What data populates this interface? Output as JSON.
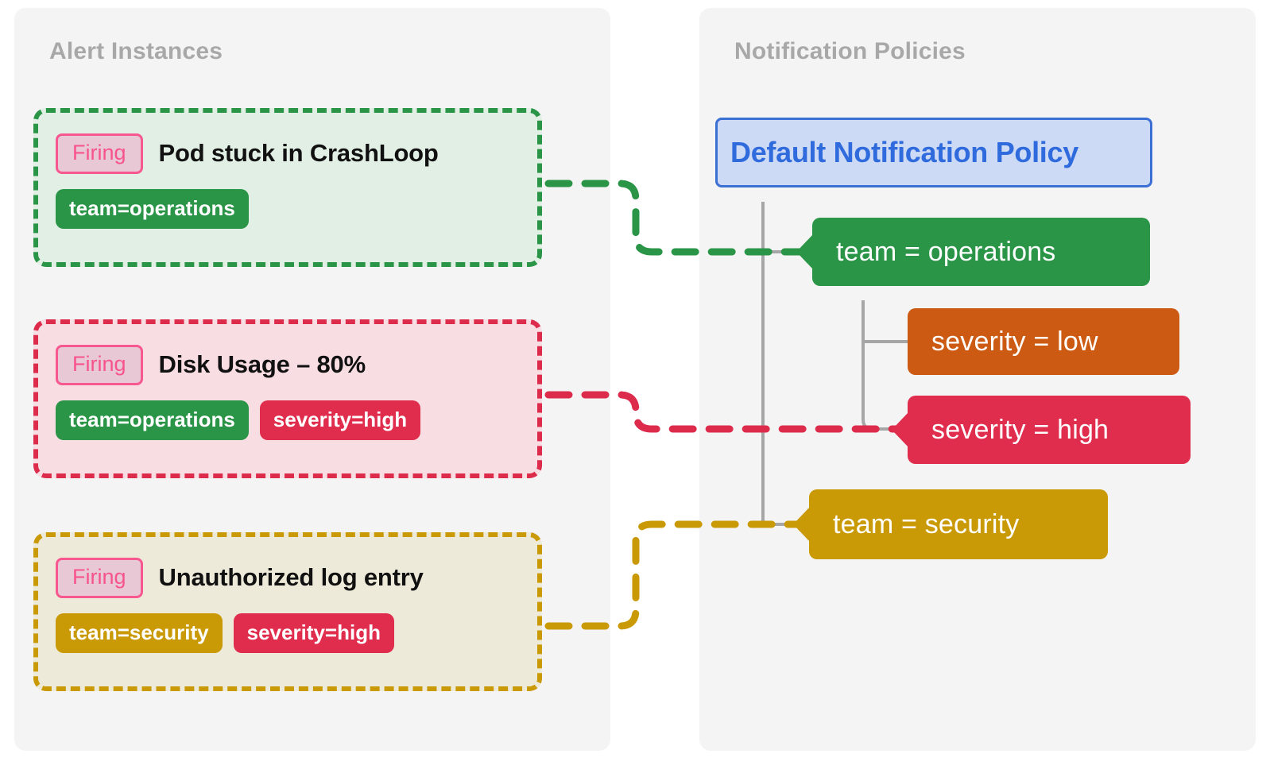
{
  "panels": {
    "alerts": {
      "title": "Alert Instances"
    },
    "policies": {
      "title": "Notification Policies"
    }
  },
  "alerts": [
    {
      "status": "Firing",
      "title": "Pod stuck in CrashLoop",
      "labels": [
        "team=operations"
      ],
      "accent": "#2a9547",
      "background": "#e2efe4"
    },
    {
      "status": "Firing",
      "title": "Disk Usage – 80%",
      "labels": [
        "team=operations",
        "severity=high"
      ],
      "accent": "#dd2b4c",
      "background": "#f8dde2"
    },
    {
      "status": "Firing",
      "title": "Unauthorized log entry",
      "labels": [
        "team=security",
        "severity=high"
      ],
      "accent": "#c99a06",
      "background": "#eeead9"
    }
  ],
  "policy_tree": {
    "root": {
      "label": "Default Notification Policy",
      "color": "#2f6bdd",
      "background": "#ccdaf5"
    },
    "nodes": [
      {
        "label": "team = operations",
        "color": "#2a9547",
        "matched": true
      },
      {
        "label": "severity = low",
        "color": "#cc5a12",
        "matched": false
      },
      {
        "label": "severity = high",
        "color": "#e02d4e",
        "matched": true
      },
      {
        "label": "team = security",
        "color": "#c99a06",
        "matched": true
      }
    ]
  },
  "connections": [
    {
      "from": "Pod stuck in CrashLoop",
      "to": "team = operations",
      "color": "#2a9547"
    },
    {
      "from": "Disk Usage – 80%",
      "to": "severity = high",
      "color": "#dd2b4c"
    },
    {
      "from": "Unauthorized log entry",
      "to": "team = security",
      "color": "#c99a06"
    }
  ],
  "tree_line_color": "#a6a6a6"
}
